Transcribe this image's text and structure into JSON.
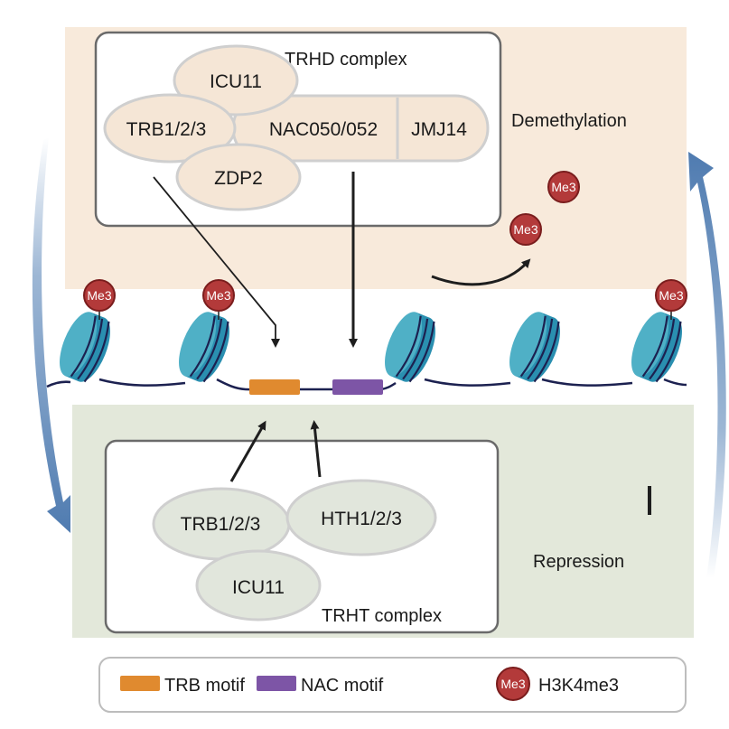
{
  "colors": {
    "demethylation_bg": "#f8eadb",
    "repression_bg": "#e3e8da",
    "trhd_protein_fill": "#f5e6d6",
    "trht_protein_fill": "#e1e6dc",
    "protein_stroke": "#cfcfcf",
    "complex_border": "#6a6a6a",
    "nucleosome_light": "#4fb0c6",
    "nucleosome_dark": "#2a8fb0",
    "dna": "#1c2150",
    "me3_fill": "#b33a3a",
    "me3_stroke": "#7a1d1d",
    "trb_motif": "#e08a2f",
    "nac_motif": "#7d55a6",
    "cycle_arrow": "#5b86b8",
    "arrow": "#1e1e1e"
  },
  "top_panel": {
    "complex_label": "TRHD complex",
    "process_label": "Demethylation",
    "proteins": [
      "ICU11",
      "TRB1/2/3",
      "NAC050/052",
      "JMJ14",
      "ZDP2"
    ],
    "released_marks": [
      "Me3",
      "Me3"
    ]
  },
  "chromatin": {
    "nucleosomes": [
      {
        "mark": "Me3"
      },
      {
        "mark": "Me3"
      },
      {
        "mark": null
      },
      {
        "mark": null
      },
      {
        "mark": "Me3"
      }
    ],
    "motifs": [
      "TRB motif",
      "NAC motif"
    ]
  },
  "bottom_panel": {
    "complex_label": "TRHT complex",
    "process_label": "Repression",
    "proteins": [
      "TRB1/2/3",
      "HTH1/2/3",
      "ICU11"
    ]
  },
  "legend": {
    "items": [
      {
        "label": "TRB motif",
        "kind": "trb"
      },
      {
        "label": "NAC motif",
        "kind": "nac"
      },
      {
        "label": "H3K4me3",
        "kind": "me3",
        "symbol": "Me3"
      }
    ]
  }
}
